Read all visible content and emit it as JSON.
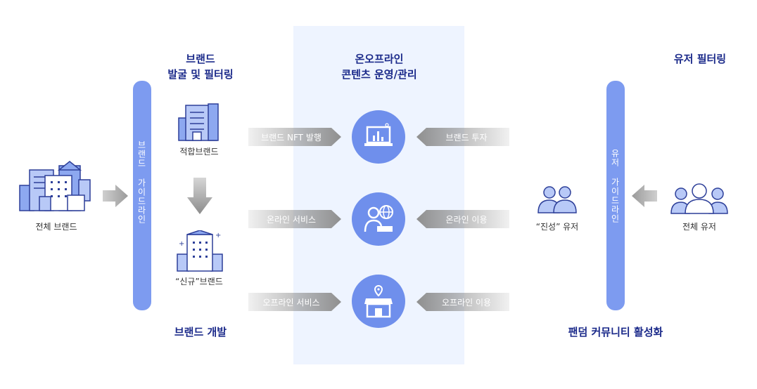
{
  "headings": {
    "brand_discovery_line1": "브랜드",
    "brand_discovery_line2": "발굴 및 필터링",
    "content_line1": "온오프라인",
    "content_line2": "콘텐츠 운영/관리",
    "user_filtering": "유저 필터링",
    "brand_development": "브랜드 개발",
    "fandom_activation": "팬덤 커뮤니티 활성화"
  },
  "labels": {
    "all_brands": "전체 브랜드",
    "suitable_brands": "적합브랜드",
    "new_brands": "“신규”브랜드",
    "genuine_users": "“진성” 유저",
    "all_users": "전체 유저"
  },
  "pills": {
    "brand_guideline": "브랜드 가이드라인",
    "user_guideline": "유저 가이드라인"
  },
  "arrows": {
    "left": [
      "브랜드 NFT 발행",
      "온라인 서비스",
      "오프라인 서비스"
    ],
    "right": [
      "브랜드 투자",
      "온라인 이용",
      "오프라인 이용"
    ]
  },
  "colors": {
    "heading": "#1b2a8a",
    "accent": "#6f8fec",
    "pill": "#7d9bf0",
    "panel": "#eef4ff"
  }
}
